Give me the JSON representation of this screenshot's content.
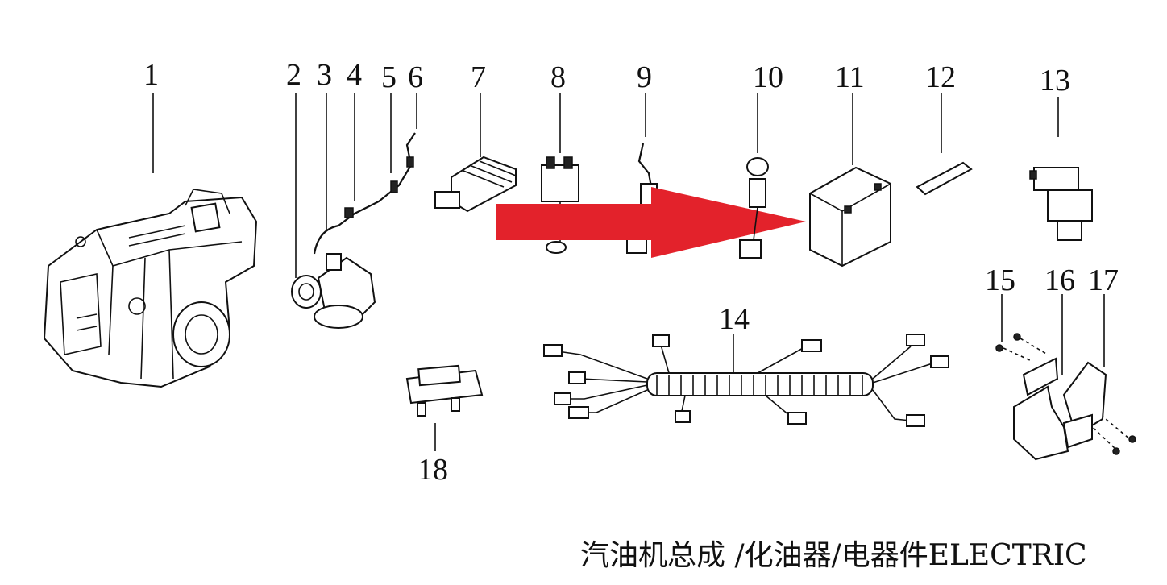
{
  "labels": {
    "p1": "1",
    "p2": "2",
    "p3": "3",
    "p4": "4",
    "p5": "5",
    "p6": "6",
    "p7": "7",
    "p8": "8",
    "p9": "9",
    "p10": "10",
    "p11": "11",
    "p12": "12",
    "p13": "13",
    "p14": "14",
    "p15": "15",
    "p16": "16",
    "p17": "17",
    "p18": "18"
  },
  "caption": "汽油机总成 /化油器/电器件ELECTRIC",
  "colors": {
    "arrow": "#e3222b",
    "ink": "#111111"
  }
}
